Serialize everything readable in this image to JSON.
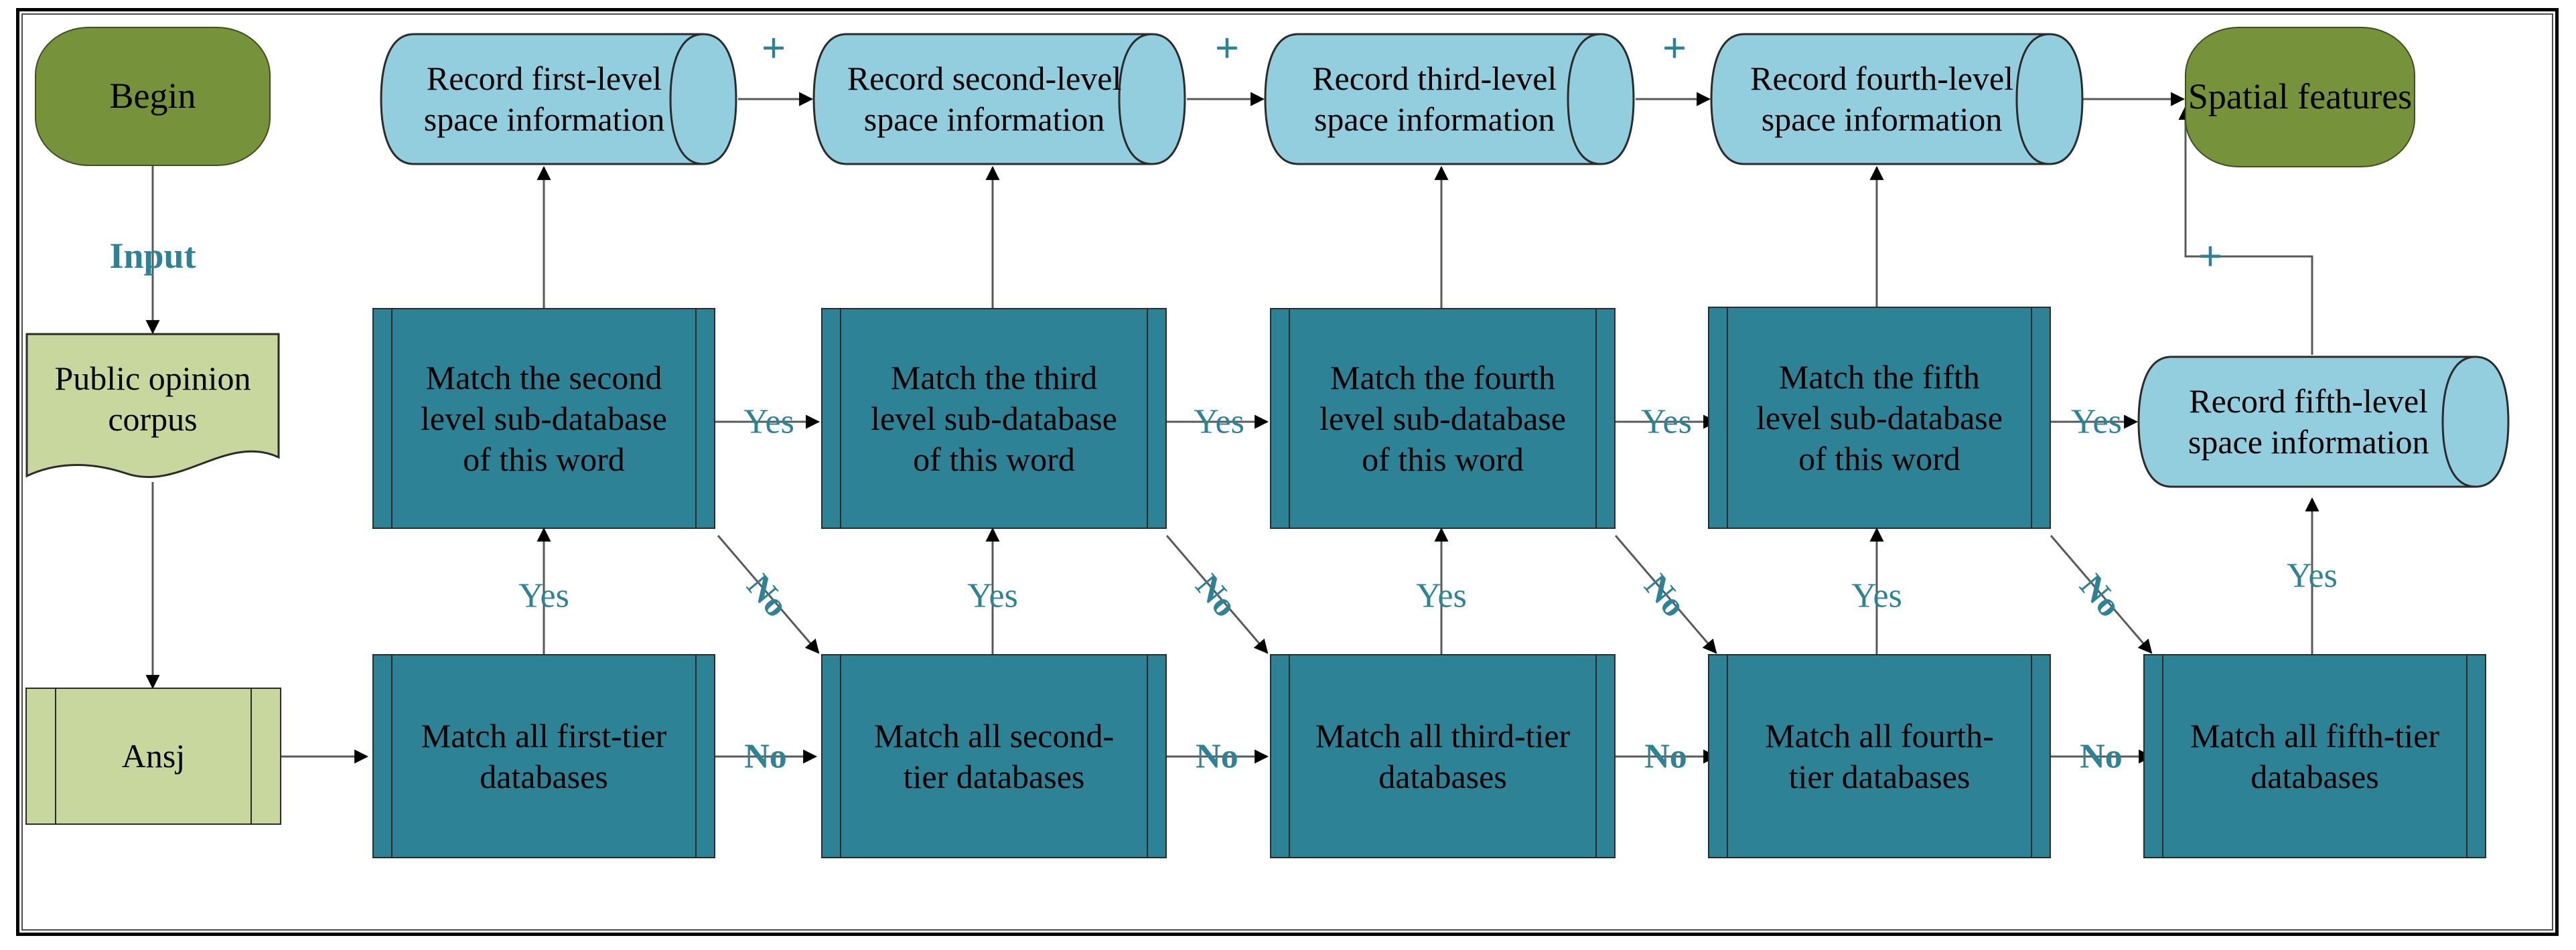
{
  "diagram": {
    "title": "Spatial feature extraction flowchart",
    "colors": {
      "terminator_green": "#76933C",
      "document_light_green": "#C7D79E",
      "process_teal": "#2E8296",
      "database_light_blue": "#92CEDE",
      "edge_label_teal": "#2E8296",
      "connector_line": "#595959",
      "frame_border": "#000000"
    },
    "nodes": {
      "begin": {
        "label": "Begin",
        "shape": "terminator"
      },
      "corpus": {
        "label": "Public opinion corpus",
        "shape": "document"
      },
      "ansj": {
        "label": "Ansj",
        "shape": "predefined-process"
      },
      "spatial_features": {
        "label": "Spatial features",
        "shape": "terminator"
      },
      "records": [
        {
          "label": "Record first-level space information",
          "shape": "database"
        },
        {
          "label": "Record second-level space information",
          "shape": "database"
        },
        {
          "label": "Record third-level space information",
          "shape": "database"
        },
        {
          "label": "Record fourth-level space information",
          "shape": "database"
        },
        {
          "label": "Record fifth-level space information",
          "shape": "database"
        }
      ],
      "matches": [
        {
          "label": "Match the second level sub-database of this word",
          "shape": "predefined-process"
        },
        {
          "label": "Match the third level sub-database of this word",
          "shape": "predefined-process"
        },
        {
          "label": "Match the fourth level sub-database of this word",
          "shape": "predefined-process"
        },
        {
          "label": "Match the fifth level sub-database of this word",
          "shape": "predefined-process"
        }
      ],
      "tiers": [
        {
          "label": "Match all first-tier databases",
          "shape": "predefined-process"
        },
        {
          "label": "Match all second-tier databases",
          "shape": "predefined-process"
        },
        {
          "label": "Match all third-tier databases",
          "shape": "predefined-process"
        },
        {
          "label": "Match all fourth-tier databases",
          "shape": "predefined-process"
        },
        {
          "label": "Match all fifth-tier databases",
          "shape": "predefined-process"
        }
      ]
    },
    "edge_labels": {
      "input": "Input",
      "plus": "+",
      "yes": "Yes",
      "no": "No"
    },
    "edges": [
      {
        "from": "begin",
        "to": "corpus",
        "label": "Input"
      },
      {
        "from": "corpus",
        "to": "ansj",
        "label": ""
      },
      {
        "from": "ansj",
        "to": "tier1",
        "label": ""
      },
      {
        "from": "tier1",
        "to": "match2",
        "label": "Yes"
      },
      {
        "from": "tier1",
        "to": "tier2",
        "label": "No"
      },
      {
        "from": "tier1",
        "to": "record1",
        "label": "Yes"
      },
      {
        "from": "match2",
        "to": "match3",
        "label": "Yes"
      },
      {
        "from": "match2",
        "to": "tier2",
        "label": "No"
      },
      {
        "from": "tier2",
        "to": "match3",
        "label": "Yes"
      },
      {
        "from": "tier2",
        "to": "tier3",
        "label": "No"
      },
      {
        "from": "match3",
        "to": "match4",
        "label": "Yes"
      },
      {
        "from": "match3",
        "to": "tier3",
        "label": "No"
      },
      {
        "from": "tier3",
        "to": "match4",
        "label": "Yes"
      },
      {
        "from": "tier3",
        "to": "tier4",
        "label": "No"
      },
      {
        "from": "match4",
        "to": "match5",
        "label": "Yes"
      },
      {
        "from": "match4",
        "to": "tier4",
        "label": "No"
      },
      {
        "from": "tier4",
        "to": "match5",
        "label": "Yes"
      },
      {
        "from": "tier4",
        "to": "tier5",
        "label": "No"
      },
      {
        "from": "match5",
        "to": "record5",
        "label": "Yes"
      },
      {
        "from": "match5",
        "to": "tier5",
        "label": "No"
      },
      {
        "from": "tier5",
        "to": "record5",
        "label": "Yes"
      },
      {
        "from": "record1",
        "to": "record2",
        "label": "+"
      },
      {
        "from": "record2",
        "to": "record3",
        "label": "+"
      },
      {
        "from": "record3",
        "to": "record4",
        "label": "+"
      },
      {
        "from": "record4",
        "to": "spatial_features",
        "label": ""
      },
      {
        "from": "record5",
        "to": "spatial_features",
        "label": "+"
      }
    ]
  }
}
